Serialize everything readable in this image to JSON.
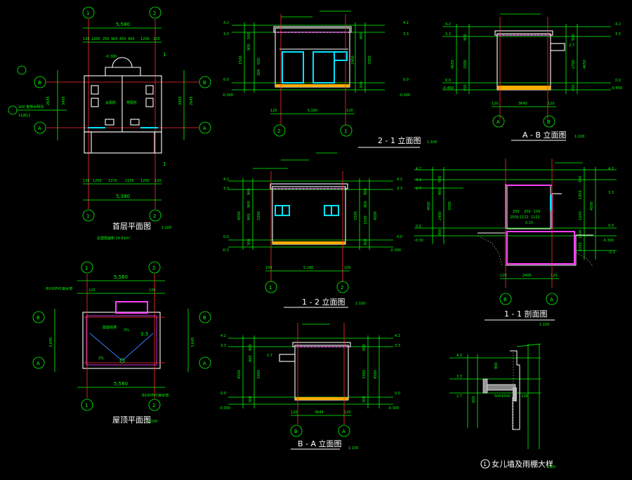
{
  "colors": {
    "background": "#000000",
    "dimension": "#00ff00",
    "wall": "#ffffff",
    "axis": "#ff3030",
    "window": "#00e5ff",
    "section": "#ff40ff",
    "hatch": "#ffff00"
  },
  "first_floor_plan": {
    "title": "首层平面图",
    "scale": "1:100",
    "area_note": "总建筑面积 19.61m²",
    "dim_top_total": "5,580",
    "dim_top_parts": [
      "120",
      "1200",
      "250",
      "900",
      "450",
      "900",
      "1200",
      "120"
    ],
    "dim_bottom_total": "5,380",
    "dim_bottom_parts": [
      "120",
      "1200",
      "1370",
      "1130",
      "1200",
      "120"
    ],
    "dim_side": [
      "2645",
      "3405",
      "120",
      "120"
    ],
    "level": "-0.300",
    "axes": [
      "1",
      "2",
      "A",
      "B"
    ],
    "room_labels": [
      "女厕所",
      "男厕所"
    ],
    "note_left": "200 宽排水明沟",
    "note_left_2": "11J812",
    "section_mark": "1"
  },
  "roof_plan": {
    "title": "屋顶平面图",
    "scale": "1:100",
    "dims": [
      "5,580",
      "5,580",
      "3,645",
      "3,645",
      "120",
      "120"
    ],
    "slope_labels": [
      "2%",
      "2%",
      "3.3"
    ],
    "notes": [
      "Φ100PVC雨水管",
      "Φ100PVC雨水管"
    ],
    "axes": [
      "1",
      "2",
      "A",
      "B"
    ],
    "roof_note": "屋面找坡"
  },
  "elev_2_1": {
    "title": "2 - 1 立面图",
    "scale": "1:100",
    "dims_left": [
      "500",
      "900",
      "500",
      "300",
      "1500",
      "300",
      "300"
    ],
    "dims_right": [
      "900",
      "2400",
      "3300",
      "300"
    ],
    "levels": [
      "4.2",
      "3.3",
      "0.0",
      "-0.300",
      "4.2",
      "3.3",
      "0.0",
      "-0.300"
    ],
    "bottom_dims": [
      "120",
      "5,160",
      "120"
    ],
    "axes": [
      "2",
      "1"
    ]
  },
  "elev_a_b": {
    "title": "A - B 立面图",
    "scale": "1:100",
    "dims_left": [
      "900",
      "3300",
      "4650",
      "450"
    ],
    "dims_right": [
      "900",
      "2700",
      "4650",
      "450"
    ],
    "levels": [
      "4.2",
      "3.3",
      "0.0",
      "-0.450",
      "4.2",
      "3.3",
      "2.7",
      "0.0",
      "-0.450"
    ],
    "bottom_dims": [
      "120",
      "3645",
      "120"
    ],
    "axes": [
      "A",
      "B"
    ]
  },
  "elev_1_2": {
    "title": "1 - 2 立面图",
    "scale": "1:100",
    "dims_left": [
      "900",
      "900",
      "900",
      "3300",
      "4500",
      "300",
      "300"
    ],
    "dims_right": [
      "900",
      "900",
      "1500",
      "3300",
      "4500",
      "300",
      "300"
    ],
    "levels": [
      "4.2",
      "3.3",
      "0.0",
      "-0.3",
      "4.2",
      "3.3",
      "0.0",
      "-0.300"
    ],
    "bottom_dims": [
      "100",
      "5,180",
      "100"
    ],
    "axes": [
      "1",
      "2"
    ]
  },
  "section_1_1": {
    "title": "1 - 1 剖面图",
    "scale": "1:100",
    "dims_left": [
      "900",
      "900",
      "4500",
      "3300",
      "2400",
      "300",
      "300"
    ],
    "dims_right": [
      "900",
      "1950",
      "4500",
      "1650",
      "1800",
      "1050",
      "300"
    ],
    "inner_dims": [
      "250",
      "250",
      "150",
      "2500",
      "1122",
      "1122",
      "0.15"
    ],
    "levels": [
      "4.2",
      "3.3",
      "2.7",
      "0.0",
      "-0.30",
      "4.2",
      "3.3",
      "0.0",
      "-0.300",
      "-2.1"
    ],
    "bottom_dims": [
      "120",
      "3405",
      "120"
    ],
    "axes": [
      "B",
      "A"
    ]
  },
  "elev_b_a": {
    "title": "B - A 立面图",
    "scale": "1:100",
    "dims_left": [
      "900",
      "900",
      "3300",
      "4500",
      "300",
      "300"
    ],
    "dims_right": [
      "900",
      "3300",
      "4500",
      "300",
      "300"
    ],
    "levels": [
      "4.2",
      "3.3",
      "2.7",
      "0.0",
      "-0.300",
      "4.2",
      "3.3",
      "0.0",
      "-0.300"
    ],
    "bottom_dims": [
      "120",
      "3645",
      "120"
    ],
    "axes": [
      "B",
      "A"
    ]
  },
  "detail": {
    "title": "女儿墙及雨棚大样",
    "num": "1",
    "scale": "1:50",
    "levels": [
      "4.2",
      "3.3",
      "2.7"
    ],
    "dims": [
      "500",
      "900",
      "600",
      "1000",
      "120"
    ]
  }
}
